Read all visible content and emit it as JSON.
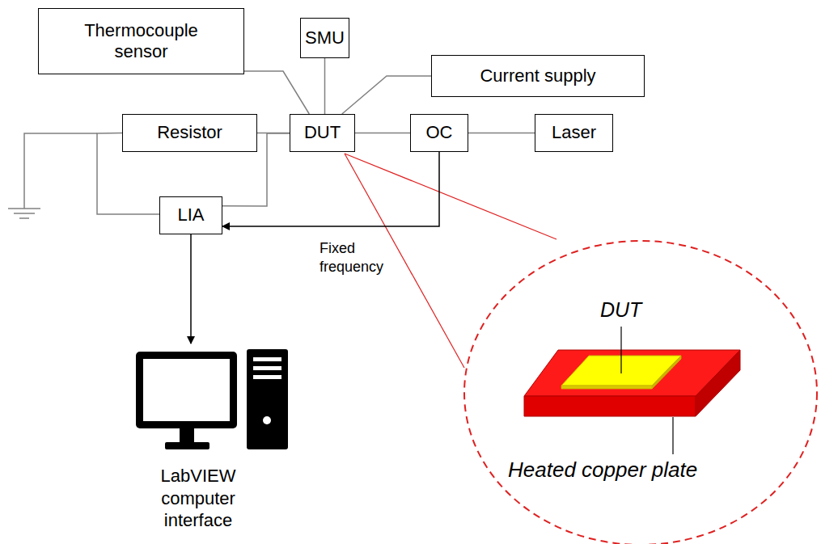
{
  "diagram": {
    "nodes": [
      {
        "text": [
          "Thermocouple sensor"
        ]
      },
      {
        "text": [
          "SMU"
        ]
      },
      {
        "text": [
          "Current supply"
        ]
      },
      {
        "text": [
          "Resistor"
        ]
      },
      {
        "text": [
          "DUT"
        ]
      },
      {
        "text": [
          "OC"
        ]
      },
      {
        "text": [
          "Laser"
        ]
      },
      {
        "text": [
          "LIA"
        ]
      },
      {
        "text": [
          "LabVIEW computer interface"
        ]
      }
    ],
    "edges": [
      {
        "from": 0,
        "to": 4,
        "arrow": "none"
      },
      {
        "from": 1,
        "to": 4,
        "arrow": "none"
      },
      {
        "from": 2,
        "to": 4,
        "arrow": "none"
      },
      {
        "from": 3,
        "to": 4,
        "arrow": "none"
      },
      {
        "from": 4,
        "to": 5,
        "arrow": "none"
      },
      {
        "from": 5,
        "to": 6,
        "arrow": "none"
      },
      {
        "from": 3,
        "to": 7,
        "arrow": "none"
      },
      {
        "from": 7,
        "to": 4,
        "arrow": "none"
      },
      {
        "from": 5,
        "to": 7,
        "label": "Fixed frequency",
        "arrow": "to"
      },
      {
        "from": 7,
        "to": 8,
        "arrow": "to"
      }
    ],
    "labels": [
      "DUT",
      "Heated copper plate"
    ]
  }
}
